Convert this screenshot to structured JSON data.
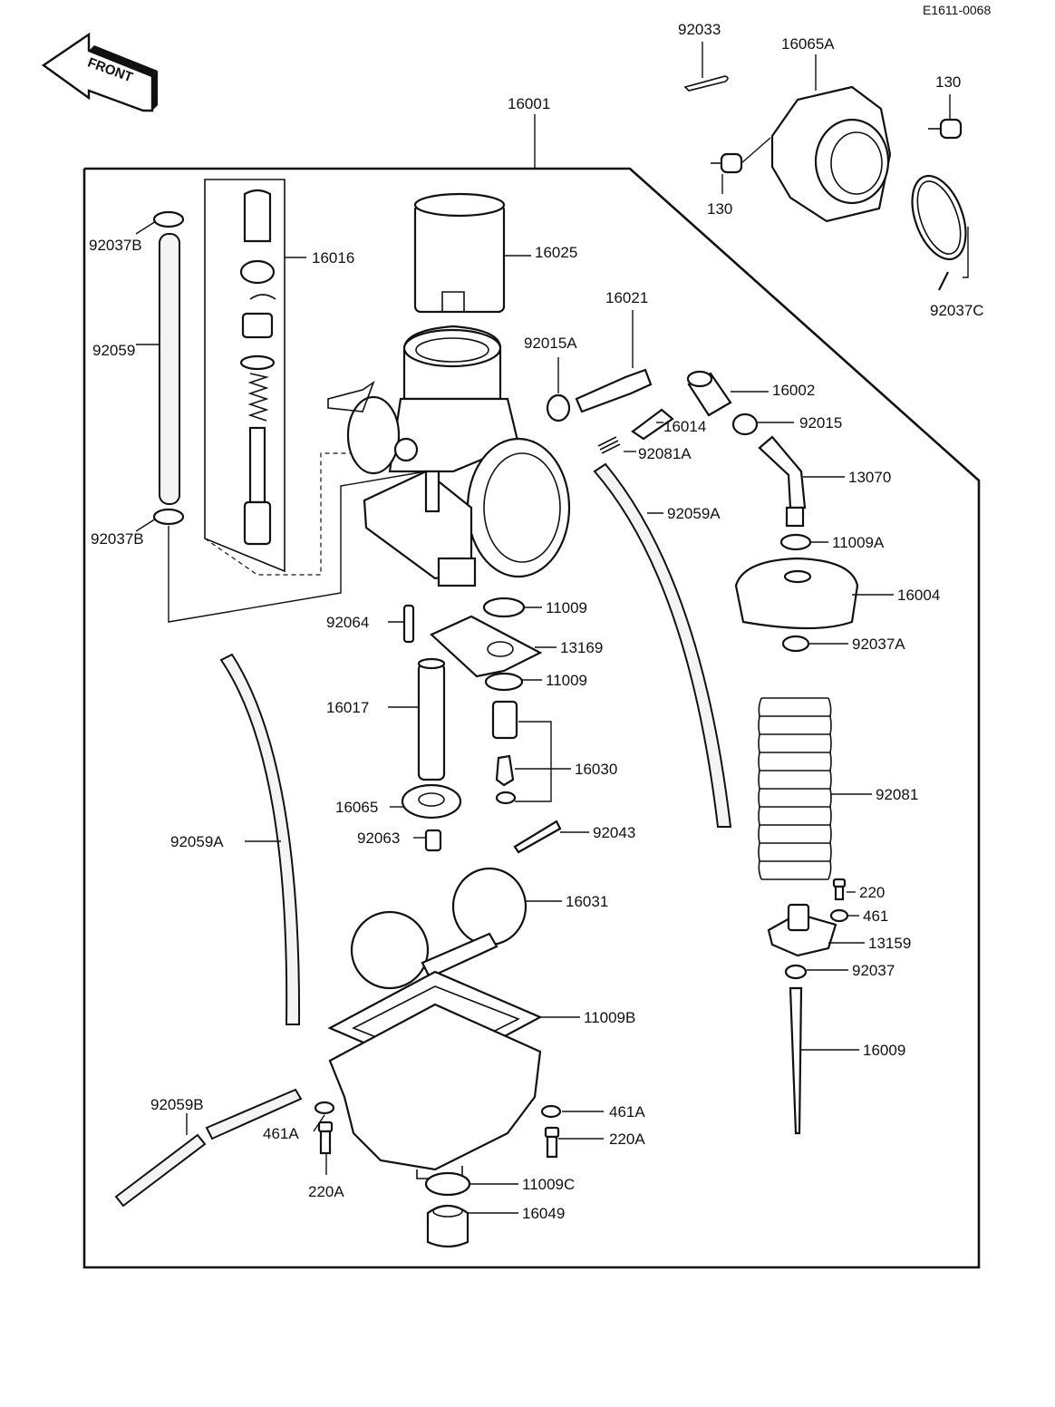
{
  "document_id": "E1611-0068",
  "front_arrow_text": "FRONT",
  "labels": {
    "p92033": "92033",
    "p16065A": "16065A",
    "p130_top": "130",
    "p130_bottom": "130",
    "p16001": "16001",
    "p92037C": "92037C",
    "p92037B_top": "92037B",
    "p16016": "16016",
    "p16025": "16025",
    "p92059": "92059",
    "p16021": "16021",
    "p92015A": "92015A",
    "p16002": "16002",
    "p16014": "16014",
    "p92015": "92015",
    "p92081A": "92081A",
    "p13070": "13070",
    "p92059A_right": "92059A",
    "p92037B_bottom": "92037B",
    "p11009A": "11009A",
    "p16004": "16004",
    "p11009_top": "11009",
    "p92064": "92064",
    "p13169": "13169",
    "p92037A": "92037A",
    "p11009_bottom": "11009",
    "p16017": "16017",
    "p16030": "16030",
    "p92081": "92081",
    "p16065": "16065",
    "p92043": "92043",
    "p92063": "92063",
    "p92059A_left": "92059A",
    "p220": "220",
    "p461": "461",
    "p16031": "16031",
    "p13159": "13159",
    "p92037": "92037",
    "p11009B": "11009B",
    "p16009": "16009",
    "p92059B": "92059B",
    "p461A_right": "461A",
    "p461A_left": "461A",
    "p220A_right": "220A",
    "p220A_left": "220A",
    "p11009C": "11009C",
    "p16049": "16049"
  }
}
